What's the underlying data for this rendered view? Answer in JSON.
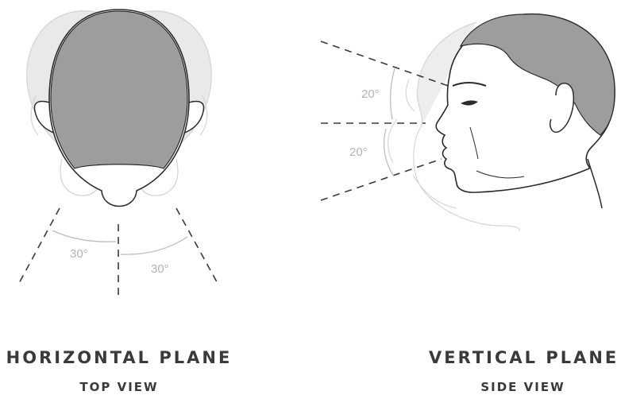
{
  "panels": {
    "horizontal": {
      "title": "HORIZONTAL PLANE",
      "subtitle": "TOP VIEW",
      "angle_left": "30°",
      "angle_right": "30°"
    },
    "vertical": {
      "title": "VERTICAL PLANE",
      "subtitle": "SIDE VIEW",
      "angle_up": "20°",
      "angle_down": "20°"
    }
  },
  "colors": {
    "hair": "#9d9d9d",
    "ghost": "#d6d6d6",
    "line": "#2b2b2b",
    "dashed": "#3a3a3a",
    "text": "#3a3a3a"
  }
}
